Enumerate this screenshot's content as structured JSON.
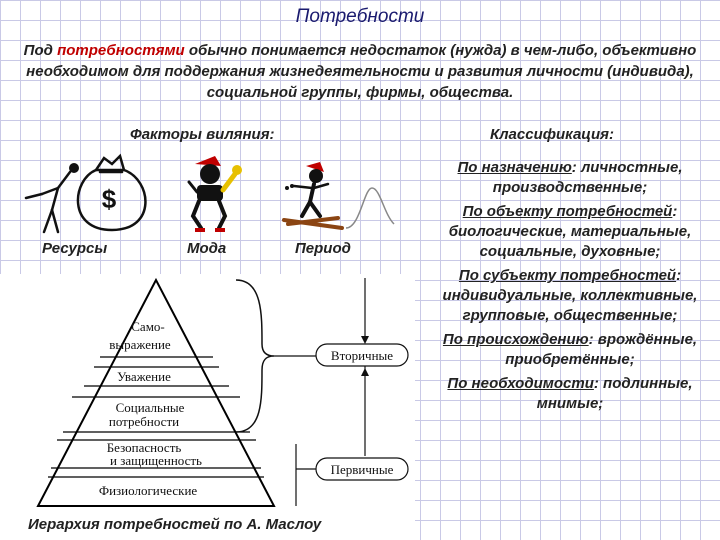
{
  "title": "Потребности",
  "definition": {
    "prefix": "Под ",
    "keyword": "потребностями",
    "rest": " обычно понимается недостаток (нужда) в чем-либо, объективно необходимом для поддержания жизнедеятельности и развития личности (индивида), социальной группы, фирмы, общества."
  },
  "factors": {
    "heading": "Факторы виляния:",
    "items": [
      "Ресурсы",
      "Мода",
      "Период"
    ],
    "icons": [
      "money-bag-icon",
      "fashion-figure-icon",
      "skier-icon"
    ]
  },
  "classification": {
    "heading": "Классификация:",
    "items": [
      {
        "head": "По назначению",
        "rest": ": личностные, производственные;"
      },
      {
        "head": "По объекту потребностей",
        "rest": ": биологические, материальные, социальные, духовные;"
      },
      {
        "head": "По субъекту потребностей",
        "rest": ": индивидуальные, коллективные, групповые, общественные;"
      },
      {
        "head": "По происхождению",
        "rest": ": врождённые, приобретённые;"
      },
      {
        "head": "По необходимости",
        "rest": ": подлинные, мнимые;"
      }
    ]
  },
  "pyramid": {
    "levels": [
      [
        "Само-",
        "выражение"
      ],
      [
        "Уважение"
      ],
      [
        "Социальные",
        "потребности"
      ],
      [
        "Безопасность",
        "и защищенность"
      ],
      [
        "Физиологические"
      ]
    ],
    "groups": [
      "Вторичные",
      "Первичные"
    ]
  },
  "caption": "Иерархия потребностей по А. Маслоу"
}
